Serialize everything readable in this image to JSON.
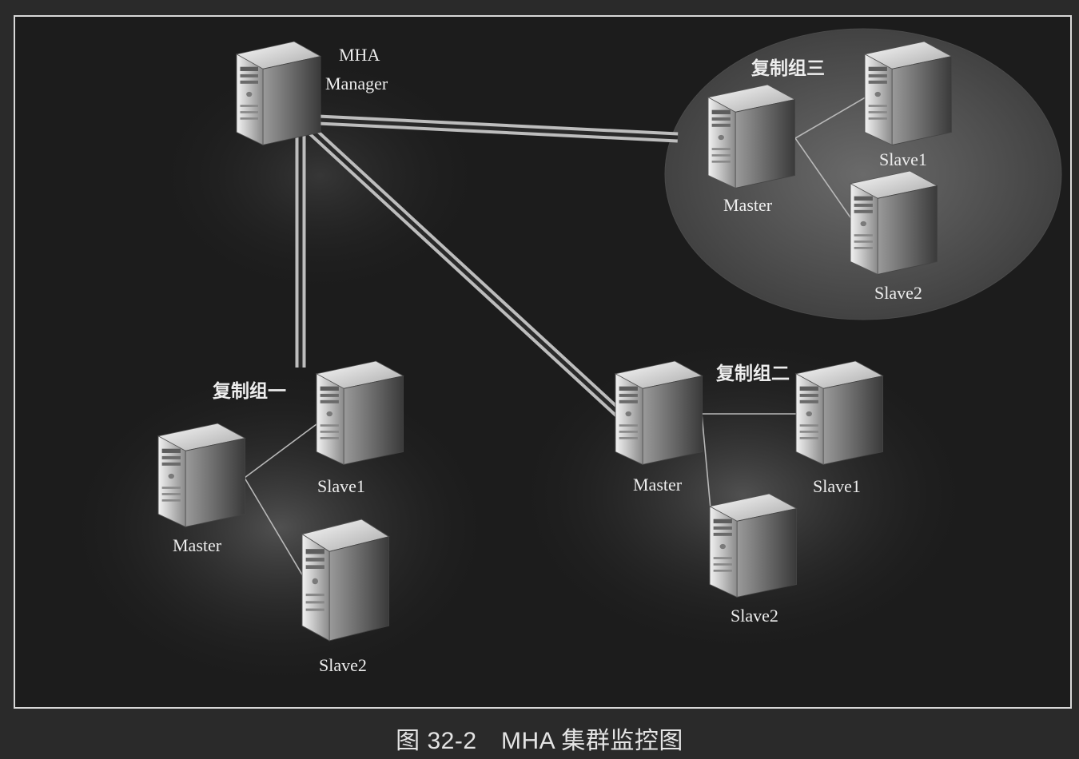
{
  "manager": {
    "line1": "MHA",
    "line2": "Manager"
  },
  "groups": [
    {
      "name": "复制组一",
      "master": "Master",
      "slave1": "Slave1",
      "slave2": "Slave2"
    },
    {
      "name": "复制组二",
      "master": "Master",
      "slave1": "Slave1",
      "slave2": "Slave2"
    },
    {
      "name": "复制组三",
      "master": "Master",
      "slave1": "Slave1",
      "slave2": "Slave2"
    }
  ],
  "caption": "图 32-2　MHA 集群监控图"
}
